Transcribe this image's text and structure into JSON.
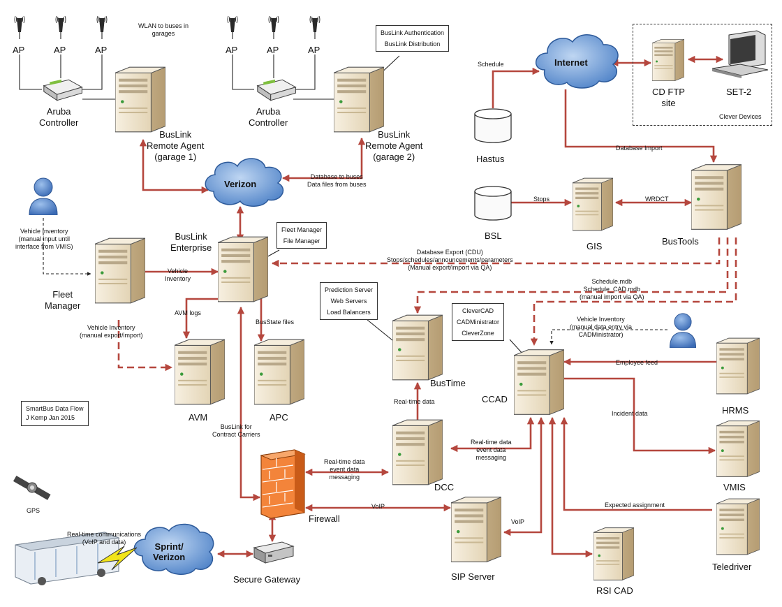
{
  "labels": {
    "ap_1": "AP",
    "ap_2": "AP",
    "ap_3": "AP",
    "ap_4": "AP",
    "ap_5": "AP",
    "ap_6": "AP",
    "wlan_note": "WLAN to buses in\ngarages",
    "aruba_1": "Aruba\nController",
    "aruba_2": "Aruba\nController",
    "buslink_ra_1": "BusLink\nRemote Agent\n(garage 1)",
    "buslink_ra_2": "BusLink\nRemote Agent\n(garage 2)",
    "buslink_auth_callout": "BusLink Authentication\nBusLink Distribution",
    "verizon_cloud": "Verizon",
    "database_to_buses": "Database to buses\nData files from buses",
    "vehicle_inventory_manual": "Vehicle Inventory\n(manual input until\ninterface from VMIS)",
    "fleet_manager": "Fleet\nManager",
    "buslink_enterprise": "BusLink\nEnterprise",
    "fleet_file_callout": "Fleet Manager\nFile Manager",
    "vehicle_inventory_edge": "Vehicle\nInventory",
    "avm_logs": "AVM logs",
    "busstate_files": "BusState files",
    "vehicle_inventory_export": "Vehicle Inventory\n(manual export/import)",
    "avm": "AVM",
    "apc": "APC",
    "smartbus_note": "SmartBus Data Flow\nJ Kemp Jan 2015",
    "buslink_contract": "BusLink for\nContract Carriers",
    "gps": "GPS",
    "realtime_comms": "Real-time communications\n(VoIP and data)",
    "sprint_cloud": "Sprint/\nVerizon",
    "secure_gateway": "Secure Gateway",
    "firewall": "Firewall",
    "rt_event_firewall": "Real-time data\nevent data\nmessaging",
    "voip_1": "VoIP",
    "voip_2": "VoIP",
    "schedule": "Schedule",
    "internet_cloud": "Internet",
    "hastus": "Hastus",
    "cd_ftp": "CD FTP\nsite",
    "set2": "SET-2",
    "clever_devices": "Clever Devices",
    "database_import": "Database Import",
    "stops": "Stops",
    "wrdct": "WRDCT",
    "bsl": "BSL",
    "gis": "GIS",
    "bustools": "BusTools",
    "db_export": "Database Export (CDU)\nStops/schedules/announcements/parameters\n(Manual export/import via QA)",
    "schedule_mdb": "Schedule.mdb\nSchedule_CAD.mdb\n(manual import via QA)",
    "prediction_callout": "Prediction Server\nWeb Servers\nLoad Balancers",
    "bustime": "BusTime",
    "realtime_data": "Real-time data",
    "dcc": "DCC",
    "rt_event_dcc": "Real-time data\nevent data\nmessaging",
    "clevercad_callout": "CleverCAD\nCADMinistrator\nCleverZone",
    "vehicle_inventory_cad": "Vehicle Inventory\n(manual data entry via\nCADMinistrator)",
    "ccad": "CCAD",
    "employee_feed": "Employee feed",
    "hrms": "HRMS",
    "incident_data": "Incident data",
    "vmis": "VMIS",
    "expected_assignment": "Expected assignment",
    "teledriver": "Teledriver",
    "sip_server": "SIP Server",
    "rsi_cad": "RSI CAD"
  },
  "colors": {
    "link": "#B5473E",
    "server_body": "#EFE4CF",
    "server_side": "#C9B48F",
    "cloud": "#5B8FD1",
    "cloud_light": "#A8C8EE",
    "firewall": "#F07A2C",
    "user_icon": "#4F7FC4"
  }
}
